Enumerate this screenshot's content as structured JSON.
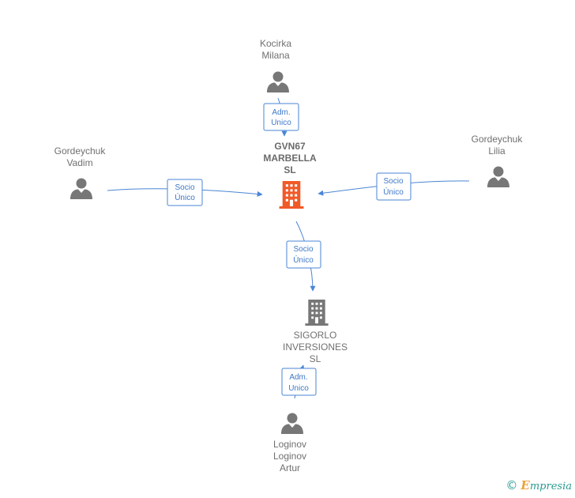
{
  "nodes": {
    "kocirka": {
      "lines": [
        "Kocirka",
        "Milana"
      ],
      "icon": "person-icon"
    },
    "gordeychuk_vadim": {
      "lines": [
        "Gordeychuk",
        "Vadim"
      ],
      "icon": "person-icon"
    },
    "gordeychuk_lilia": {
      "lines": [
        "Gordeychuk",
        "Lilia"
      ],
      "icon": "person-icon"
    },
    "gvn67": {
      "lines": [
        "GVN67",
        "MARBELLA",
        "SL"
      ],
      "icon": "building-icon"
    },
    "sigorlo": {
      "lines": [
        "SIGORLO",
        "INVERSIONES",
        "SL"
      ],
      "icon": "building-icon"
    },
    "loginov": {
      "lines": [
        "Loginov",
        "Loginov",
        "Artur"
      ],
      "icon": "person-icon"
    }
  },
  "edges": {
    "kocirka_gvn67": [
      "Adm.",
      "Unico"
    ],
    "vadim_gvn67": [
      "Socio",
      "Único"
    ],
    "lilia_gvn67": [
      "Socio",
      "Único"
    ],
    "gvn67_sigorlo": [
      "Socio",
      "Único"
    ],
    "loginov_sigorlo": [
      "Adm.",
      "Unico"
    ]
  },
  "colors": {
    "person": "#777777",
    "company_main": "#f05a28",
    "company": "#777777",
    "edge": "#4a86d4"
  },
  "brand": {
    "copyright": "©",
    "name_first": "E",
    "name_rest": "mpresia"
  }
}
